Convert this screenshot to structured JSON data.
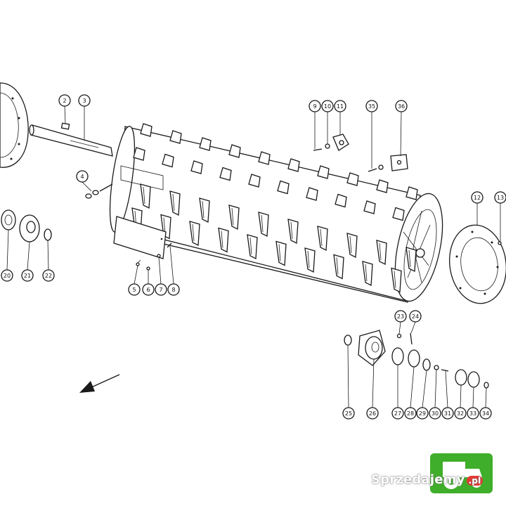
{
  "callouts": [
    {
      "id": "c2",
      "text": "2"
    },
    {
      "id": "c3",
      "text": "3"
    },
    {
      "id": "c4",
      "text": "4"
    },
    {
      "id": "c5",
      "text": "5"
    },
    {
      "id": "c6",
      "text": "6"
    },
    {
      "id": "c7",
      "text": "7"
    },
    {
      "id": "c8",
      "text": "8"
    },
    {
      "id": "c9",
      "text": "9"
    },
    {
      "id": "c10",
      "text": "10"
    },
    {
      "id": "c11",
      "text": "11"
    },
    {
      "id": "c12",
      "text": "12"
    },
    {
      "id": "c13",
      "text": "13"
    },
    {
      "id": "c20",
      "text": "20"
    },
    {
      "id": "c21",
      "text": "21"
    },
    {
      "id": "c22",
      "text": "22"
    },
    {
      "id": "c23",
      "text": "23"
    },
    {
      "id": "c24",
      "text": "24"
    },
    {
      "id": "c25",
      "text": "25"
    },
    {
      "id": "c26",
      "text": "26"
    },
    {
      "id": "c27",
      "text": "27"
    },
    {
      "id": "c28",
      "text": "28"
    },
    {
      "id": "c29",
      "text": "29"
    },
    {
      "id": "c30",
      "text": "30"
    },
    {
      "id": "c31",
      "text": "31"
    },
    {
      "id": "c32",
      "text": "32"
    },
    {
      "id": "c33",
      "text": "33"
    },
    {
      "id": "c34",
      "text": "34"
    },
    {
      "id": "c35",
      "text": "35"
    },
    {
      "id": "c36",
      "text": "36"
    }
  ],
  "watermark": {
    "text": "Sprzedajemy",
    "suffix": ".pl",
    "brand_color": "#3fae2a"
  }
}
